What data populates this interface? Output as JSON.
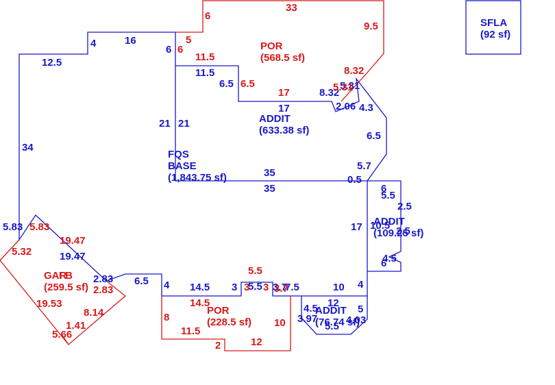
{
  "colors": {
    "blue": "#1818c8",
    "red": "#d81818"
  },
  "areas": {
    "fqs_base": {
      "line1": "FQS",
      "line2": "BASE",
      "area": "(1,843.75 sf)"
    },
    "addit_main": {
      "name": "ADDIT",
      "area": "(633.38 sf)"
    },
    "por_top": {
      "name": "POR",
      "area": "(568.5 sf)"
    },
    "sfla": {
      "name": "SFLA",
      "area": "(92 sf)"
    },
    "addit_right": {
      "name": "ADDIT",
      "area": "(109.25 sf)"
    },
    "por_bottom": {
      "name": "POR",
      "area": "(228.5 sf)"
    },
    "addit_bottom": {
      "name": "ADDIT",
      "area": "(76.74 sf)"
    },
    "garage": {
      "name": "GAR",
      "area": "(259.5 sf)"
    },
    "fb": {
      "name": "FB"
    }
  },
  "dims": {
    "base_left": "34",
    "base_top_left": "12.5",
    "base_step_up": "4",
    "base_top_mid": "16",
    "base_step_down": "6",
    "base_left_inner": "21",
    "addit_left": "21",
    "addit_top": "11.5",
    "addit_step": "6.5",
    "addit_mid_top": "17",
    "addit_bottom": "35",
    "base_mid": "35",
    "addit_diag_a": "8.32",
    "addit_diag_b": "5.31",
    "addit_diag_c": "2.06",
    "addit_diag_d": "4.3",
    "addit_right_side": "6.5",
    "addit_right_low": "5.7",
    "addit_right_tiny": "0.5",
    "por_top_top": "33",
    "por_top_left_a": "6",
    "por_top_left_b": "5",
    "por_top_left_c": "6",
    "por_top_right": "9.5",
    "por_top_step": "11.5",
    "por_top_step_b": "6.5",
    "por_top_bottom": "17",
    "por_top_diag": "8.32",
    "por_top_diag_b": "5.31",
    "base_right": "17",
    "ar_top": "6",
    "ar_a": "5.5",
    "ar_b": "2.5",
    "ar_c": "10.5",
    "ar_d": "2.5",
    "ar_e": "4.5",
    "ar_f": "6",
    "base_left_bottom": "5.83",
    "gar_left_bottom": "5.83",
    "gar_left": "5.32",
    "gar_top": "19.47",
    "base_diag": "19.47",
    "base_diag_b": "2.83",
    "gar_right": "2.83",
    "gar_bottom_left": "19.53",
    "gar_right_b": "8.14",
    "gar_tip_a": "1.41",
    "gar_tip_b": "5.66",
    "base_bot_a": "6.5",
    "base_bot_b": "4",
    "base_bot_c": "14.5",
    "base_bot_d": "3",
    "base_bot_e": "5.5",
    "base_bot_f": "3.7",
    "base_bot_g": "7.5",
    "base_bot_h": "10",
    "base_bot_i": "4",
    "pb_top": "14.5",
    "pb_left": "8",
    "pb_bottom_left": "11.5",
    "pb_step": "2",
    "pb_bottom": "12",
    "pb_right": "10",
    "pb_notch": "5.5",
    "pb_notch_a": "3",
    "pb_notch_b": "3",
    "pb_notch_c": "3.7",
    "ab_top": "12",
    "ab_left": "4.5",
    "ab_right": "5",
    "ab_diag_l": "3.97",
    "ab_diag_r": "4.03",
    "ab_bottom": "5.5"
  }
}
